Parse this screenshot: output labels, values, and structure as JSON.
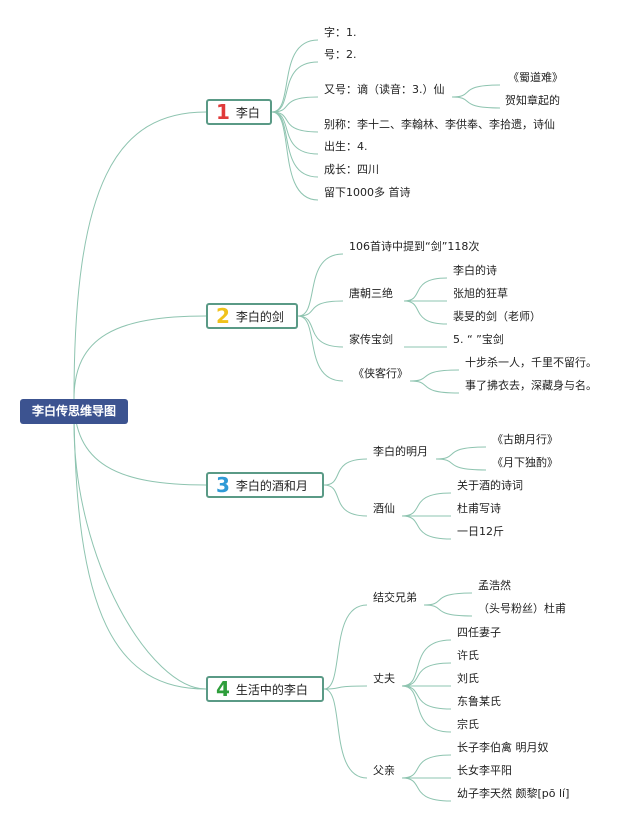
{
  "root": {
    "label": "李白传思维导图"
  },
  "colors": {
    "line": "#8ec4b0",
    "border": "#5a9a86",
    "root_bg": "#3c5390",
    "num1": "#e03a3a",
    "num2": "#f0c21c",
    "num3": "#2f9ad6",
    "num4": "#2e9e3b"
  },
  "branches": [
    {
      "number": "1",
      "label": "李白",
      "children": [
        {
          "label": "字：1."
        },
        {
          "label": "号：2."
        },
        {
          "label": "又号：谪（读音：3.）仙",
          "children": [
            {
              "label": "《蜀道难》"
            },
            {
              "label": "贺知章起的"
            }
          ]
        },
        {
          "label": "别称：李十二、李翰林、李供奉、李拾遗，诗仙"
        },
        {
          "label": "出生：4."
        },
        {
          "label": "成长：四川"
        },
        {
          "label": "留下1000多 首诗"
        }
      ]
    },
    {
      "number": "2",
      "label": "李白的剑",
      "children": [
        {
          "label": "106首诗中提到“剑”118次"
        },
        {
          "label": "唐朝三绝",
          "children": [
            {
              "label": "李白的诗"
            },
            {
              "label": "张旭的狂草"
            },
            {
              "label": "裴旻的剑（老师）"
            }
          ]
        },
        {
          "label": "家传宝剑",
          "children": [
            {
              "label": "5. “ ”宝剑"
            }
          ]
        },
        {
          "label": "《侠客行》",
          "children": [
            {
              "label": "十步杀一人，千里不留行。"
            },
            {
              "label": "事了拂衣去，深藏身与名。"
            }
          ]
        }
      ]
    },
    {
      "number": "3",
      "label": "李白的酒和月",
      "children": [
        {
          "label": "李白的明月",
          "children": [
            {
              "label": "《古朗月行》"
            },
            {
              "label": "《月下独酌》"
            }
          ]
        },
        {
          "label": "酒仙",
          "children": [
            {
              "label": "关于酒的诗词"
            },
            {
              "label": "杜甫写诗"
            },
            {
              "label": "一日12斤"
            }
          ]
        }
      ]
    },
    {
      "number": "4",
      "label": "生活中的李白",
      "children": [
        {
          "label": "结交兄弟",
          "children": [
            {
              "label": "孟浩然"
            },
            {
              "label": "（头号粉丝）杜甫"
            }
          ]
        },
        {
          "label": "丈夫",
          "children": [
            {
              "label": "四任妻子"
            },
            {
              "label": "许氏"
            },
            {
              "label": "刘氏"
            },
            {
              "label": "东鲁某氏"
            },
            {
              "label": "宗氏"
            }
          ]
        },
        {
          "label": "父亲",
          "children": [
            {
              "label": "长子李伯禽 明月奴"
            },
            {
              "label": "长女李平阳"
            },
            {
              "label": "幼子李天然 颇黎[pō lí]"
            }
          ]
        }
      ]
    }
  ]
}
